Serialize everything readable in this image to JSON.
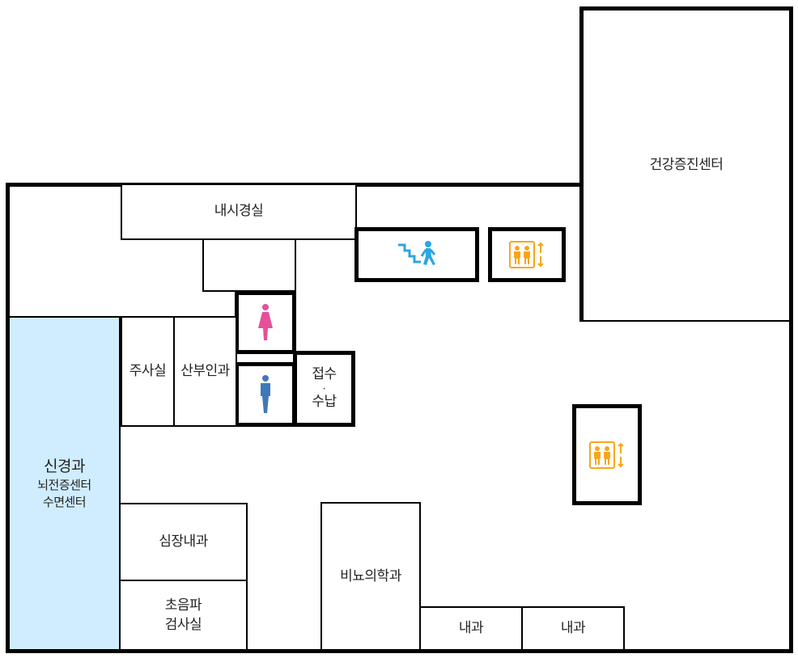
{
  "map": {
    "rooms": {
      "health_center": "건강증진센터",
      "endoscopy": "내시경실",
      "injection": "주사실",
      "obgyn": "산부인과",
      "reception_line1": "접수",
      "reception_sep": "·",
      "reception_line2": "수납",
      "neurology_line1": "신경과",
      "neurology_line2": "뇌전증센터",
      "neurology_line3": "수면센터",
      "cardiology": "심장내과",
      "ultrasound_line1": "초음파",
      "ultrasound_line2": "검사실",
      "urology": "비뇨의학과",
      "internal_medicine_1": "내과",
      "internal_medicine_2": "내과"
    },
    "facilities": {
      "stairs": "stairs-icon",
      "elevator_top": "elevator-icon",
      "elevator_middle": "elevator-icon",
      "restroom_women": "women-restroom-icon",
      "restroom_men": "men-restroom-icon"
    },
    "colors": {
      "highlight_room": "#D0EDFF",
      "stairs": "#2AA7DF",
      "elevator": "#F9A51A",
      "women": "#E6509A",
      "men": "#3F78B8",
      "wall": "#000000"
    }
  }
}
